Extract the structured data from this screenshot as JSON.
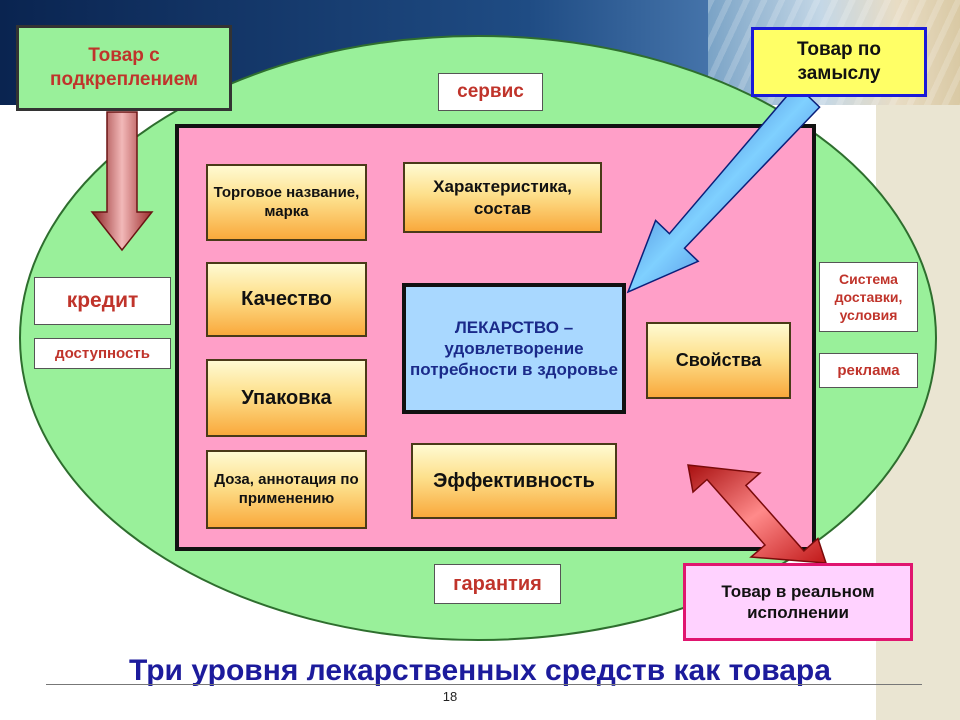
{
  "level_labels": {
    "support": "Товар с подкреплением",
    "concept": "Товар по замыслу",
    "real": "Товар в реальном исполнении"
  },
  "outer_labels": {
    "service": "сервис",
    "credit": "кредит",
    "accessibility": "доступность",
    "delivery": "Система доставки, условия",
    "advertising": "реклама",
    "guarantee": "гарантия"
  },
  "inner_boxes": {
    "trade_name": "Торговое название, марка",
    "characteristics": "Характеристика, состав",
    "quality": "Качество",
    "packaging": "Упаковка",
    "properties": "Свойства",
    "dose": "Доза, аннотация по применению",
    "efficiency": "Эффективность"
  },
  "center": "ЛЕКАРСТВО – удовлетворение потребности в здоровье",
  "title": "Три уровня лекарственных средств как товара",
  "page_number": "18",
  "colors": {
    "ellipse": "#99f09a",
    "inner_rect": "#ff9fc8",
    "center_fill": "#a9d8ff",
    "label_red": "#c0342b",
    "title_blue": "#1c1b9c",
    "arrow_support": "#c24545",
    "arrow_concept": "#1f5fe0",
    "arrow_real": "#e52020"
  }
}
